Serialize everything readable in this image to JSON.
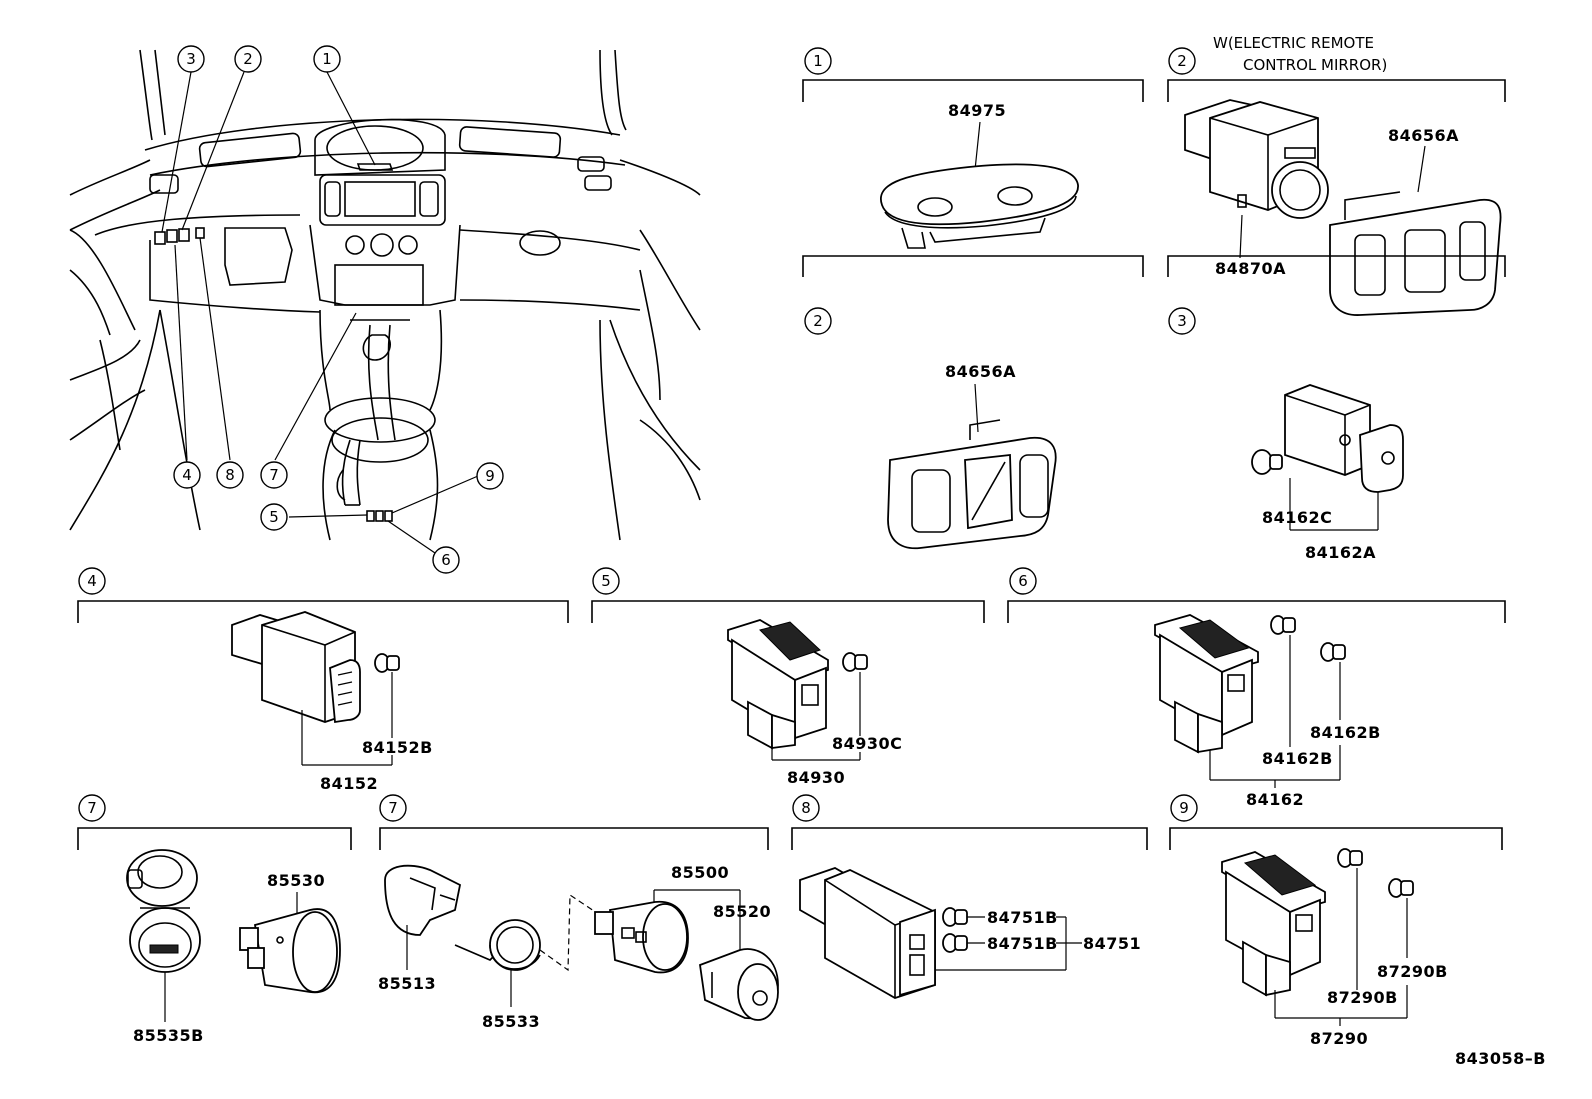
{
  "note": {
    "line1": "W(ELECTRIC REMOTE",
    "line2": "CONTROL MIRROR)"
  },
  "overview_callouts": [
    "1",
    "2",
    "3",
    "4",
    "5",
    "6",
    "7",
    "8",
    "9"
  ],
  "section_numbers": {
    "s1": "1",
    "s2a": "2",
    "s2b": "2",
    "s3": "3",
    "s4": "4",
    "s5": "5",
    "s6": "6",
    "s7a": "7",
    "s7b": "7",
    "s8": "8",
    "s9": "9"
  },
  "parts": {
    "p84975": "84975",
    "p84656A_top": "84656A",
    "p84870A": "84870A",
    "p84656A": "84656A",
    "p84162C": "84162C",
    "p84162A": "84162A",
    "p84152B": "84152B",
    "p84152": "84152",
    "p84930C": "84930C",
    "p84930": "84930",
    "p84162B_a": "84162B",
    "p84162B_b": "84162B",
    "p84162": "84162",
    "p85530": "85530",
    "p85535B": "85535B",
    "p85513": "85513",
    "p85533": "85533",
    "p85500": "85500",
    "p85520": "85520",
    "p84751B_a": "84751B",
    "p84751B_b": "84751B",
    "p84751": "84751",
    "p87290B_a": "87290B",
    "p87290B_b": "87290B",
    "p87290": "87290"
  },
  "figure_id": "843058–B"
}
